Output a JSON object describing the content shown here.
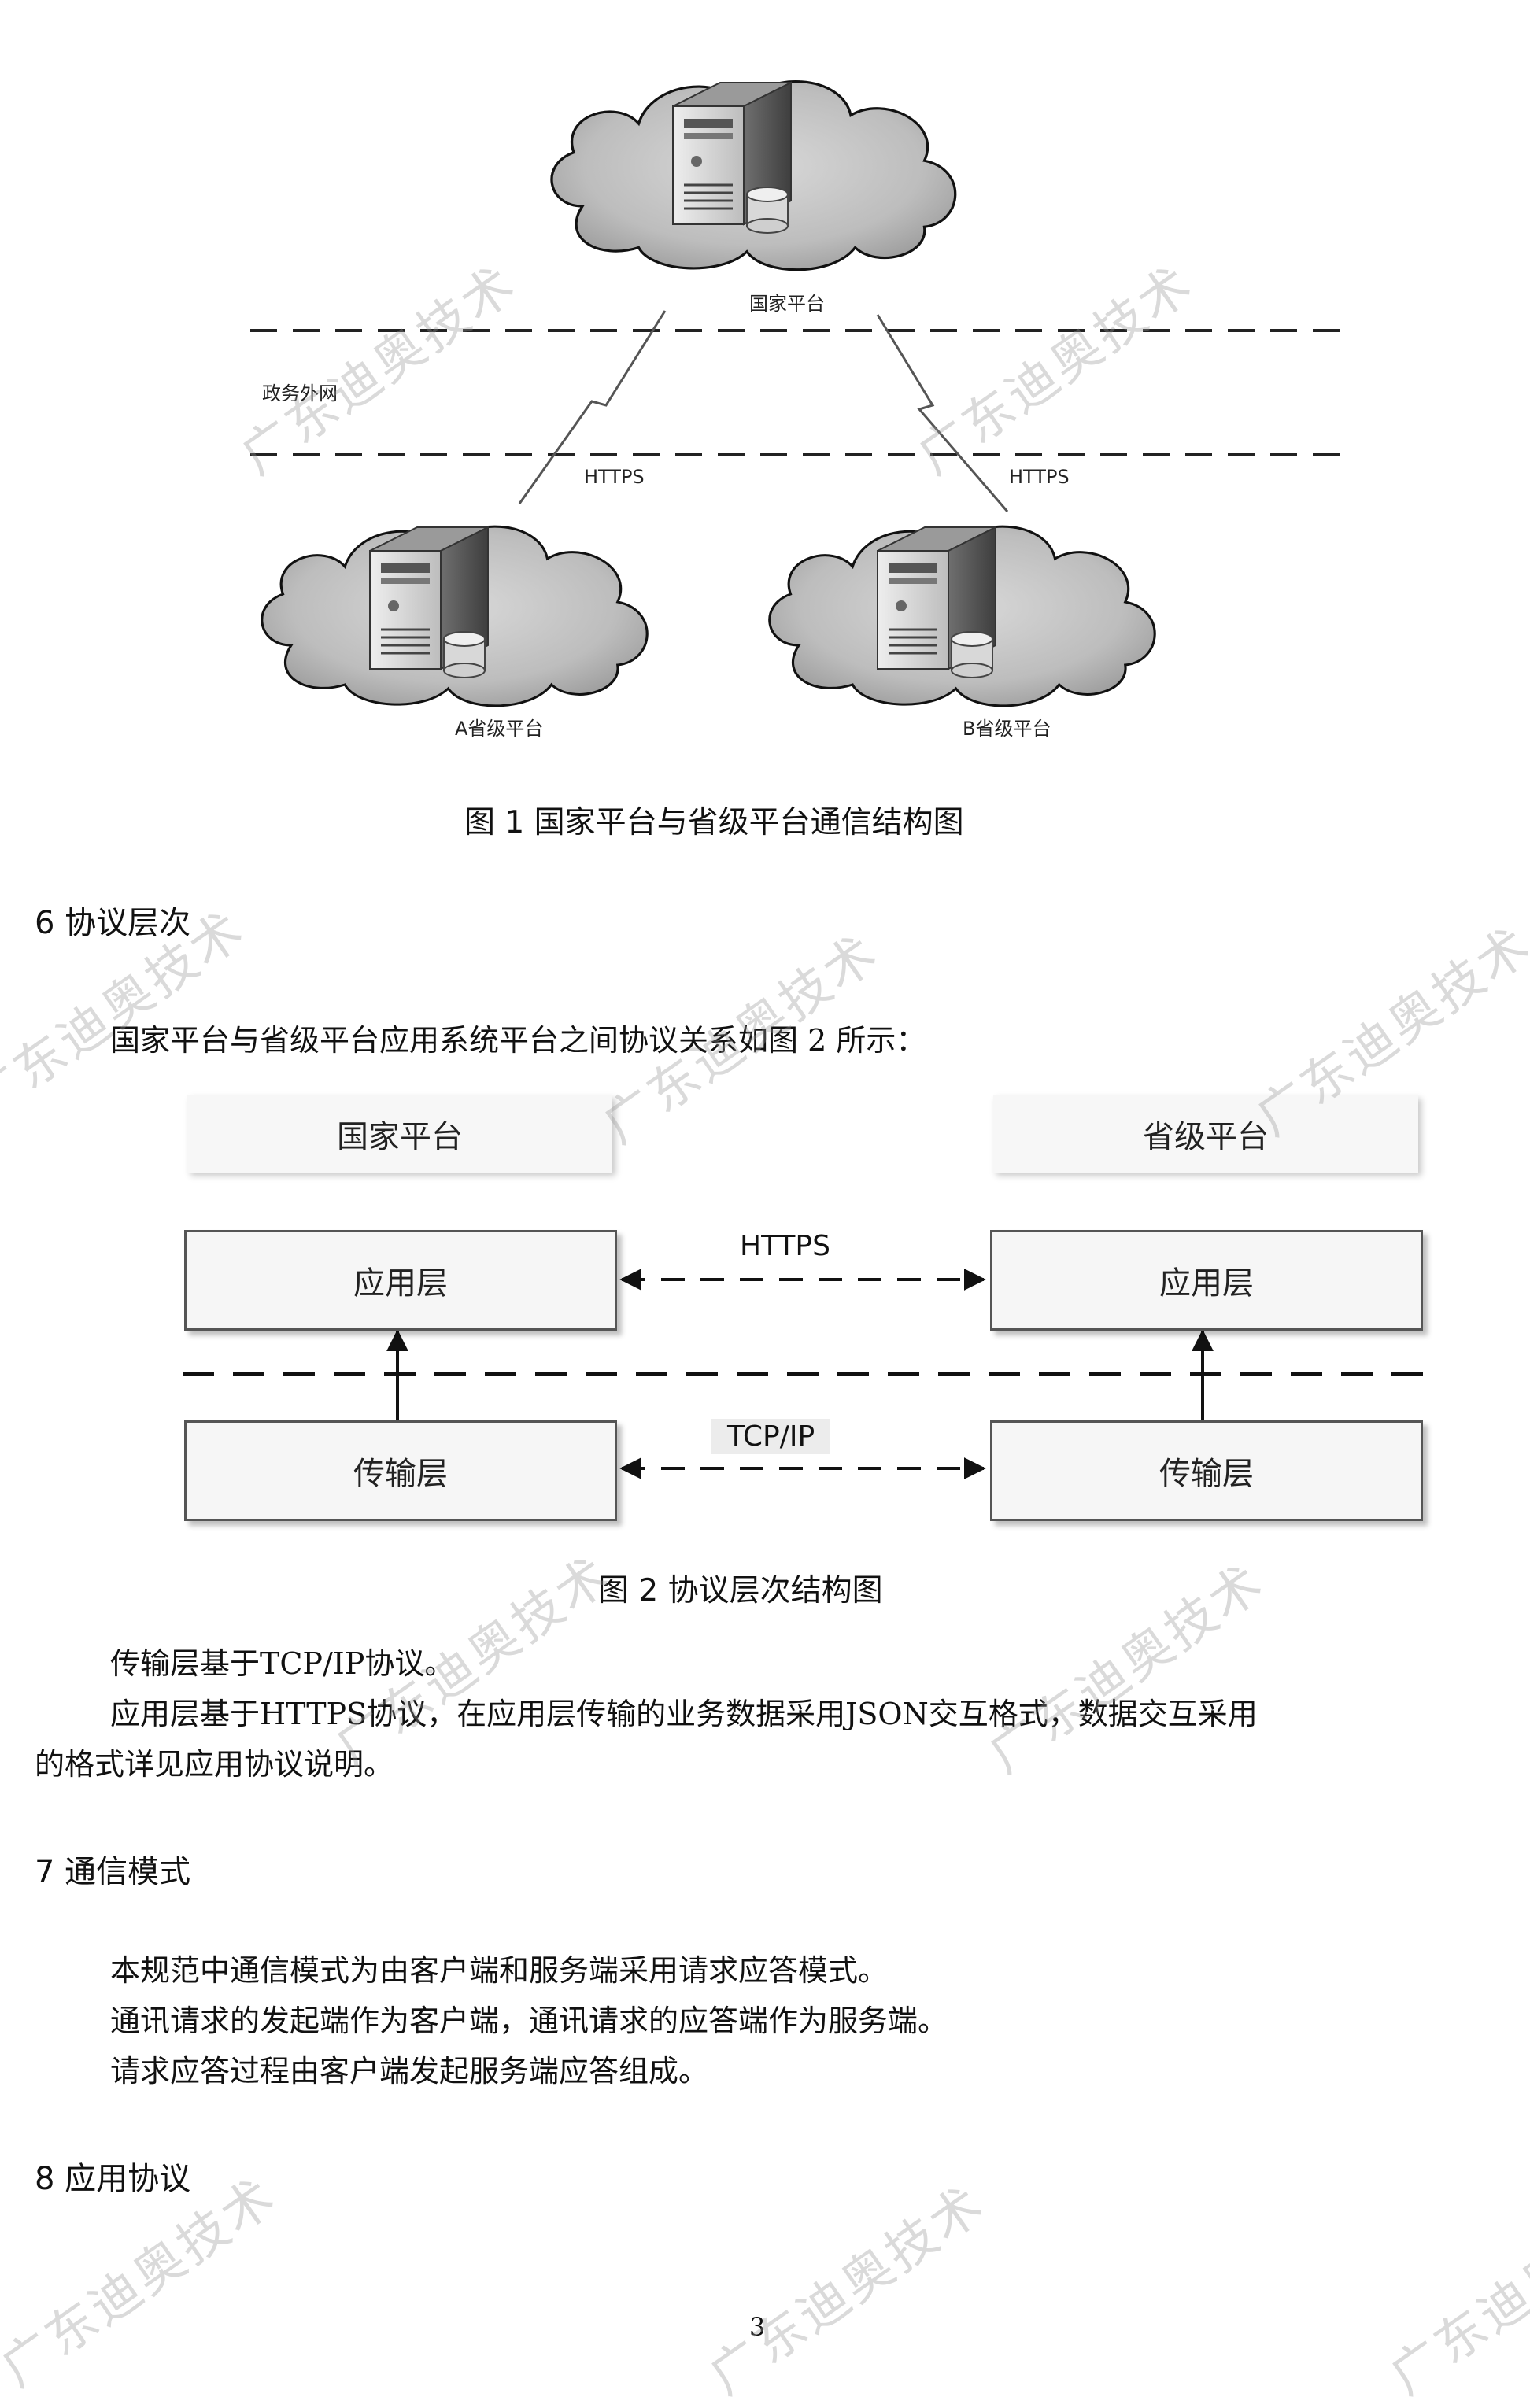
{
  "figure1": {
    "national_label": "国家平台",
    "network_label": "政务外网",
    "https_left": "HTTPS",
    "https_right": "HTTPS",
    "province_a": "A省级平台",
    "province_b": "B省级平台",
    "caption": "图 1  国家平台与省级平台通信结构图"
  },
  "section6": {
    "heading": "6  协议层次",
    "intro": "国家平台与省级平台应用系统平台之间协议关系如图 2 所示："
  },
  "figure2": {
    "left_header": "国家平台",
    "right_header": "省级平台",
    "left_app": "应用层",
    "right_app": "应用层",
    "left_transport": "传输层",
    "right_transport": "传输层",
    "https": "HTTPS",
    "tcpip": "TCP/IP",
    "caption": "图 2  协议层次结构图"
  },
  "section6_text": {
    "p1": "传输层基于TCP/IP协议。",
    "p2_line1": "应用层基于HTTPS协议，在应用层传输的业务数据采用JSON交互格式，数据交互采用",
    "p2_line2": "的格式详见应用协议说明。"
  },
  "section7": {
    "heading": "7  通信模式",
    "p1": "本规范中通信模式为由客户端和服务端采用请求应答模式。",
    "p2": "通讯请求的发起端作为客户端，通讯请求的应答端作为服务端。",
    "p3": "请求应答过程由客户端发起服务端应答组成。"
  },
  "section8": {
    "heading": "8  应用协议"
  },
  "page_number": "3",
  "watermark": "广东迪奥技术"
}
